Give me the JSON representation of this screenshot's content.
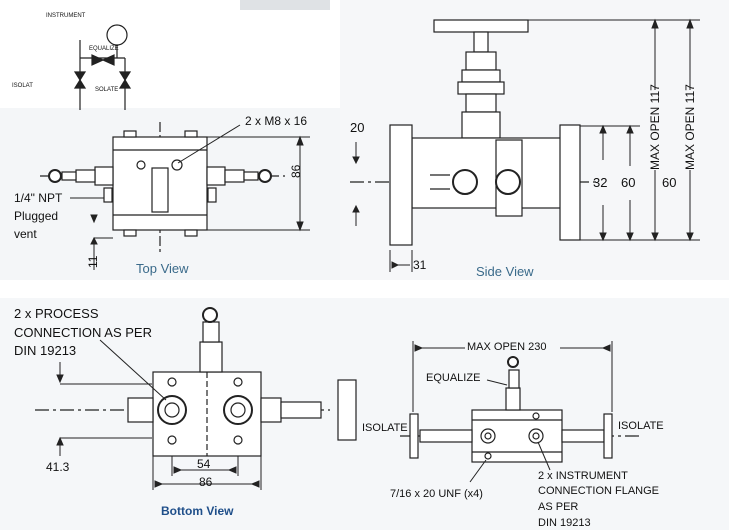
{
  "schematic": {
    "instrument": "INSTRUMENT",
    "equalize": "EQUALIZE",
    "isolate_left": "ISOLAT",
    "isolate_right": "SOLATE"
  },
  "top_view": {
    "caption": "Top View",
    "bolts": "2 x M8 x 16",
    "npt_line1": "1/4\" NPT",
    "npt_line2": "Plugged",
    "npt_line3": "vent",
    "height_dim": "86",
    "offset_dim": "11"
  },
  "side_view": {
    "caption": "Side View",
    "dim_20": "20",
    "dim_31": "31",
    "dim_32": "32",
    "dim_60": "60",
    "dim_60b": "60",
    "max_open_1": "MAX OPEN 117",
    "max_open_2": "MAX OPEN 117"
  },
  "bottom_view": {
    "caption": "Bottom View",
    "process_line1": "2 x PROCESS",
    "process_line2": "CONNECTION AS PER",
    "process_line3": "DIN 19213",
    "dim_41": "41.3",
    "dim_54": "54",
    "dim_86": "86"
  },
  "right_view": {
    "max_open": "MAX OPEN 230",
    "equalize": "EQUALIZE",
    "isolate_left": "ISOLATE",
    "isolate_right": "ISOLATE",
    "unf": "7/16 x 20 UNF (x4)",
    "flange_line1": "2 x INSTRUMENT",
    "flange_line2": "CONNECTION FLANGE",
    "flange_line3": "AS PER",
    "flange_line4": "DIN 19213"
  }
}
